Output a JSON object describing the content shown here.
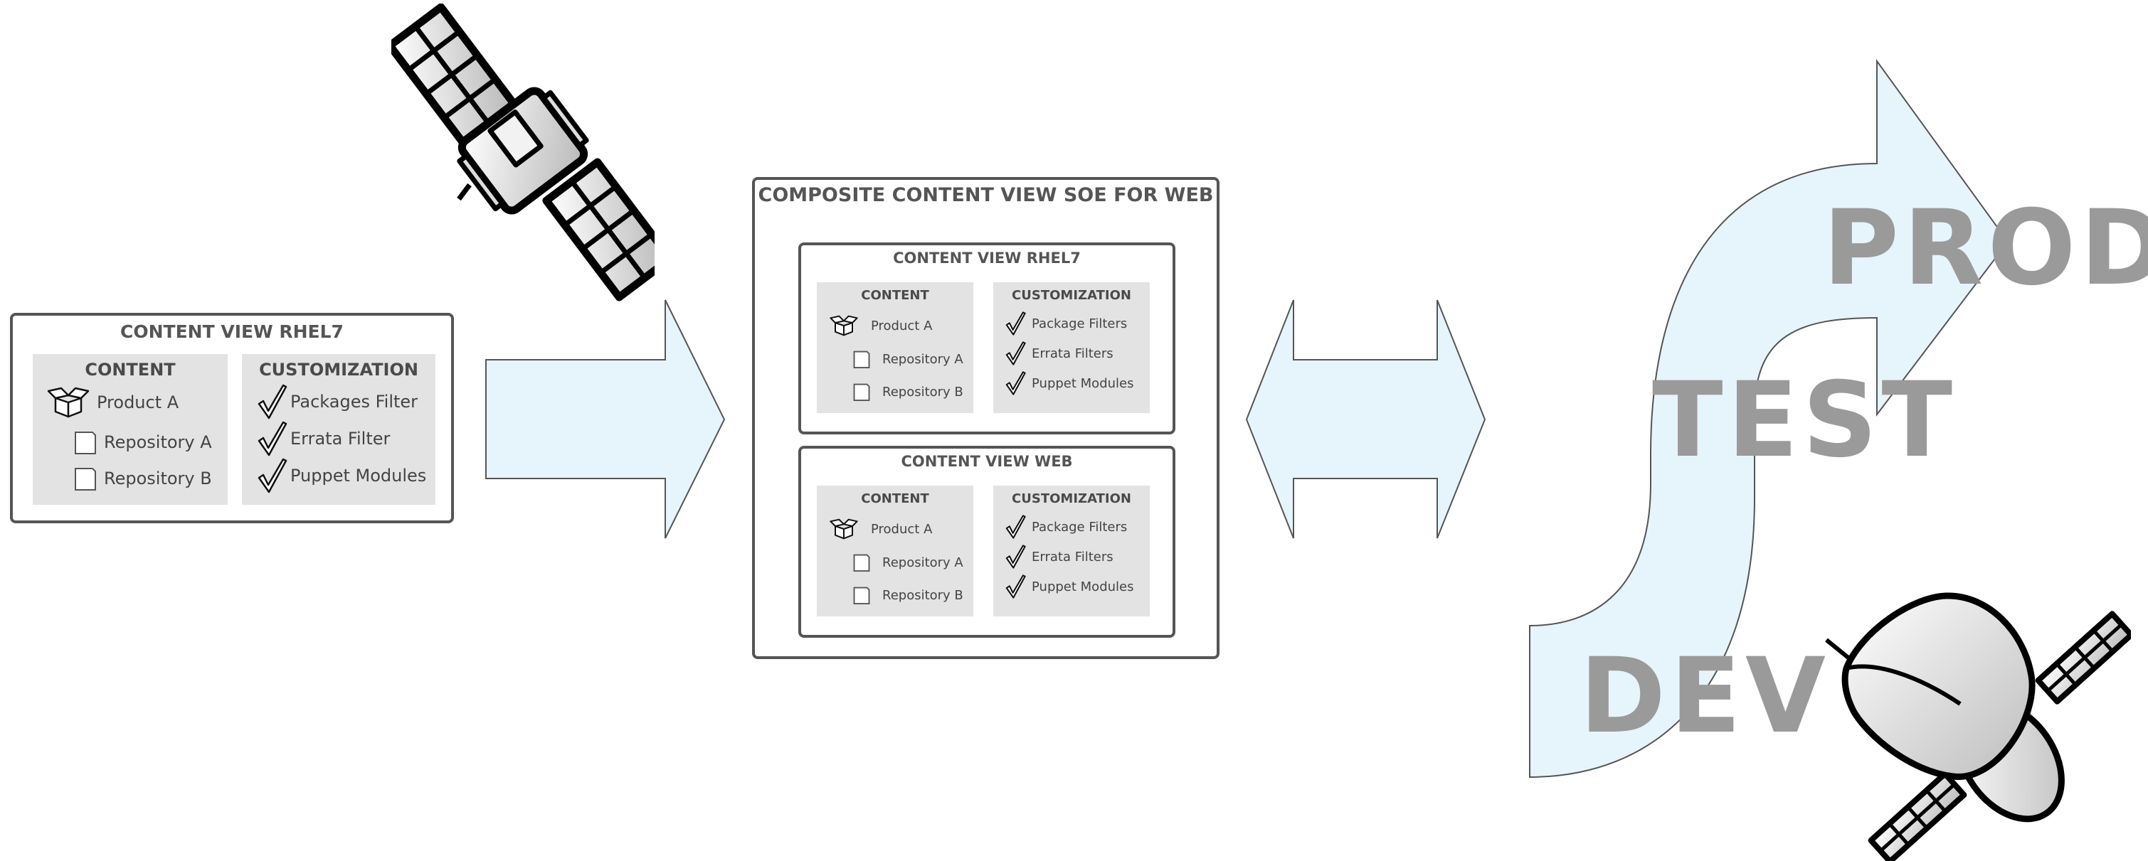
{
  "colors": {
    "border": "#555555",
    "panel": "#e3e3e3",
    "arrow_fill": "#e6f5fb",
    "env_text": "#9a9a9a"
  },
  "left_view": {
    "title": "CONTENT VIEW RHEL7",
    "content": {
      "title": "CONTENT",
      "product": "Product A",
      "repos": [
        "Repository A",
        "Repository B"
      ]
    },
    "customization": {
      "title": "CUSTOMIZATION",
      "items": [
        "Packages Filter",
        "Errata Filter",
        "Puppet Modules"
      ]
    }
  },
  "composite": {
    "title": "COMPOSITE CONTENT VIEW SOE FOR WEB",
    "views": [
      {
        "title": "CONTENT VIEW RHEL7",
        "content": {
          "title": "CONTENT",
          "product": "Product A",
          "repos": [
            "Repository A",
            "Repository B"
          ]
        },
        "customization": {
          "title": "CUSTOMIZATION",
          "items": [
            "Package Filters",
            "Errata Filters",
            "Puppet Modules"
          ]
        }
      },
      {
        "title": "CONTENT VIEW WEB",
        "content": {
          "title": "CONTENT",
          "product": "Product A",
          "repos": [
            "Repository A",
            "Repository B"
          ]
        },
        "customization": {
          "title": "CUSTOMIZATION",
          "items": [
            "Package Filters",
            "Errata Filters",
            "Puppet Modules"
          ]
        }
      }
    ]
  },
  "lifecycle": {
    "envs": [
      "DEV",
      "TEST",
      "PROD"
    ]
  },
  "icons": [
    "satellite-icon",
    "product-box-icon",
    "repository-icon",
    "checkmark-icon",
    "satellite-dish-icon"
  ]
}
